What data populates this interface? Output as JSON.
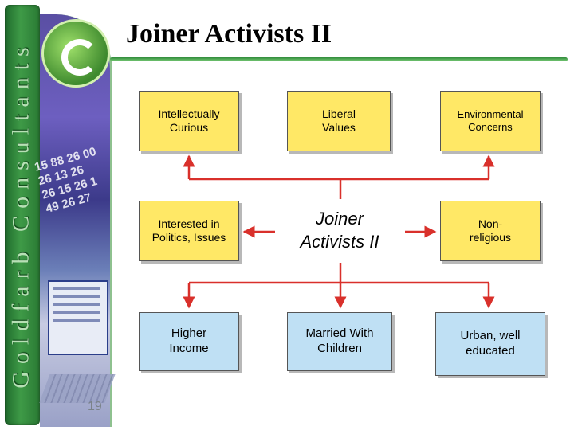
{
  "slide": {
    "title": "Joiner Activists II",
    "page_number": "19"
  },
  "branding": {
    "vertical_text": "Goldfarb Consultants",
    "strip_color": "#2a7a34",
    "rule_color": "#4aa84f"
  },
  "diagram": {
    "center": "Joiner Activists II",
    "top_row": [
      {
        "label": "Intellectually Curious"
      },
      {
        "label": "Liberal Values"
      },
      {
        "label": "Environmental Concerns"
      }
    ],
    "middle_row": [
      {
        "label": "Interested in Politics, Issues"
      },
      {
        "label": "Non-religious"
      }
    ],
    "bottom_row": [
      {
        "label": "Higher Income"
      },
      {
        "label": "Married With Children"
      },
      {
        "label": "Urban, well educated"
      }
    ],
    "colors": {
      "top_fill": "#ffe866",
      "bottom_fill": "#bfe0f4",
      "connector": "#d9302b"
    }
  }
}
